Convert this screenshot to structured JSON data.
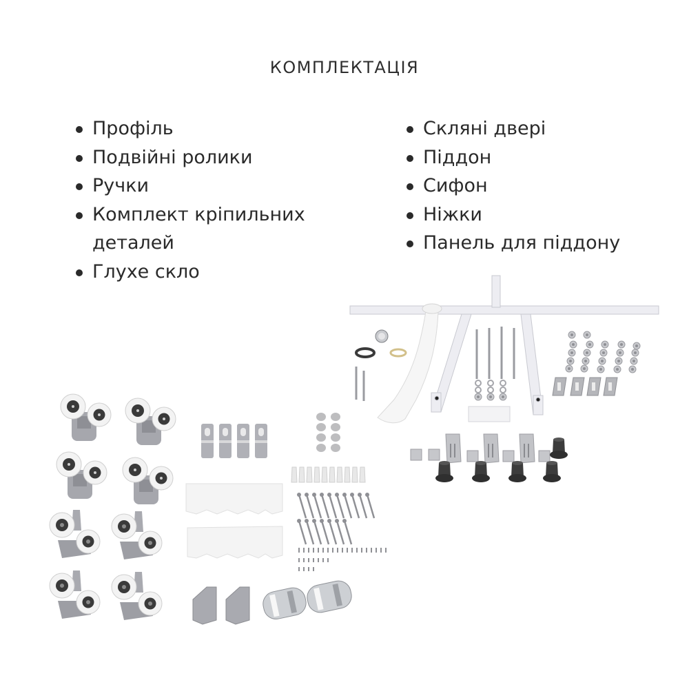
{
  "page": {
    "title": "КОМПЛЕКТАЦІЯ"
  },
  "contents": {
    "left_items": [
      "Профіль",
      "Подвійні ролики",
      "Ручки",
      "Комплект кріпильних деталей",
      "Глухе скло"
    ],
    "right_items": [
      "Скляні двері",
      "Піддон",
      "Сифон",
      "Ніжки",
      "Панель для піддону"
    ]
  },
  "image": {
    "description": "Product kit photo: double rollers, handles, fastener kit, tray frame, siphon, legs",
    "colors": {
      "metal_grey": "#a9aab0",
      "roller_white": "#f2f2f2",
      "bearing_dark": "#3a3a3a",
      "chrome": "#cfd2d6",
      "rubber_black": "#333333",
      "frame_white": "#eeeef3"
    }
  }
}
